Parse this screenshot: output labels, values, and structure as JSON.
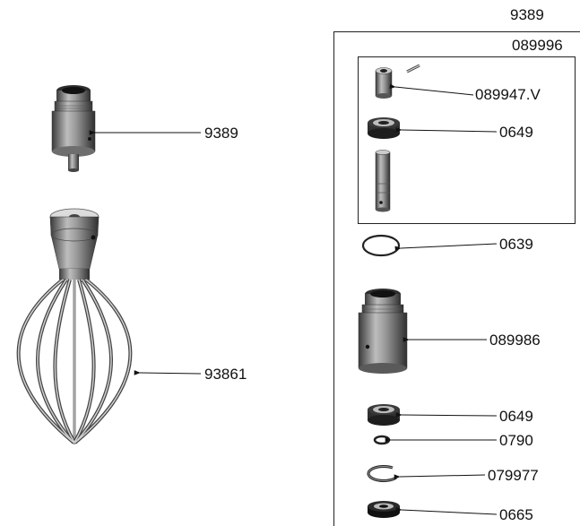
{
  "header": {
    "assembly_code": "9389"
  },
  "kit": {
    "code": "089996"
  },
  "callouts": {
    "drive_assembly": "9389",
    "whisk": "93861",
    "pin_bushing": "089947.V",
    "bearing_upper": "0649",
    "oring": "0639",
    "housing": "089986",
    "bearing_lower": "0649",
    "small_ring": "0790",
    "circlip": "079977",
    "seal": "0665"
  },
  "colors": {
    "line": "#111111",
    "metal_dark": "#4a4a4a",
    "metal_light": "#d8d8d8"
  }
}
